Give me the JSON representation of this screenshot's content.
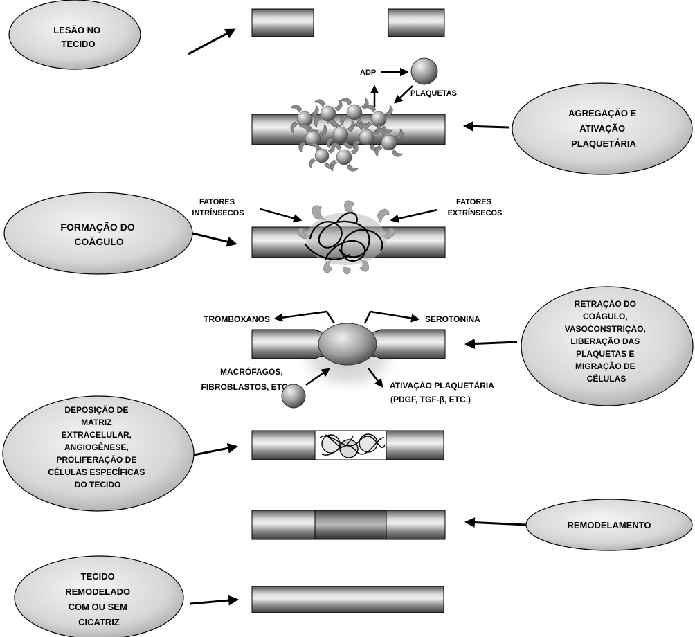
{
  "stages": [
    {
      "key": "lesao",
      "lines": [
        "LESÃO NO",
        "TECIDO"
      ]
    },
    {
      "key": "agregacao",
      "lines": [
        "AGREGAÇÃO E",
        "ATIVAÇÃO",
        "PLAQUETÁRIA"
      ]
    },
    {
      "key": "coagulo",
      "lines": [
        "FORMAÇÃO DO",
        "COÁGULO"
      ]
    },
    {
      "key": "retracao",
      "lines": [
        "RETRAÇÃO DO",
        "COÁGULO,",
        "VASOCONSTRIÇÃO,",
        "LIBERAÇÃO DAS",
        "PLAQUETAS E",
        "MIGRAÇÃO DE",
        "CÉLULAS"
      ]
    },
    {
      "key": "deposicao",
      "lines": [
        "DEPOSIÇÃO DE",
        "MATRIZ",
        "EXTRACELULAR,",
        "ANGIOGÊNESE,",
        "PROLIFERAÇÃO DE",
        "CÉLULAS ESPECÍFICAS",
        "DO TECIDO"
      ]
    },
    {
      "key": "remodelamento",
      "lines": [
        "REMODELAMENTO"
      ]
    },
    {
      "key": "remodelado",
      "lines": [
        "TECIDO",
        "REMODELADO",
        "COM OU SEM",
        "CICATRIZ"
      ]
    }
  ],
  "labels": {
    "adp": "ADP",
    "plaquetas": "PLAQUETAS",
    "fatores_intrinsecos": [
      "FATORES",
      "INTRÍNSECOS"
    ],
    "fatores_extrinsecos": [
      "FATORES",
      "EXTRÍNSECOS"
    ],
    "tromboxanos": "TROMBOXANOS",
    "serotonina": "SEROTONINA",
    "macrofagos": [
      "MACRÓFAGOS,",
      "FIBROBLASTOS, ETC."
    ],
    "ativacao": [
      "ATIVAÇÃO PLAQUETÁRIA",
      "(PDGF, TGF-β, ETC.)"
    ]
  },
  "colors": {
    "oval_light": "#f2f2f2",
    "oval_dark": "#b4b4b4",
    "tube_light": "#e8e8e8",
    "tube_dark": "#555555",
    "stroke": "#000000"
  }
}
